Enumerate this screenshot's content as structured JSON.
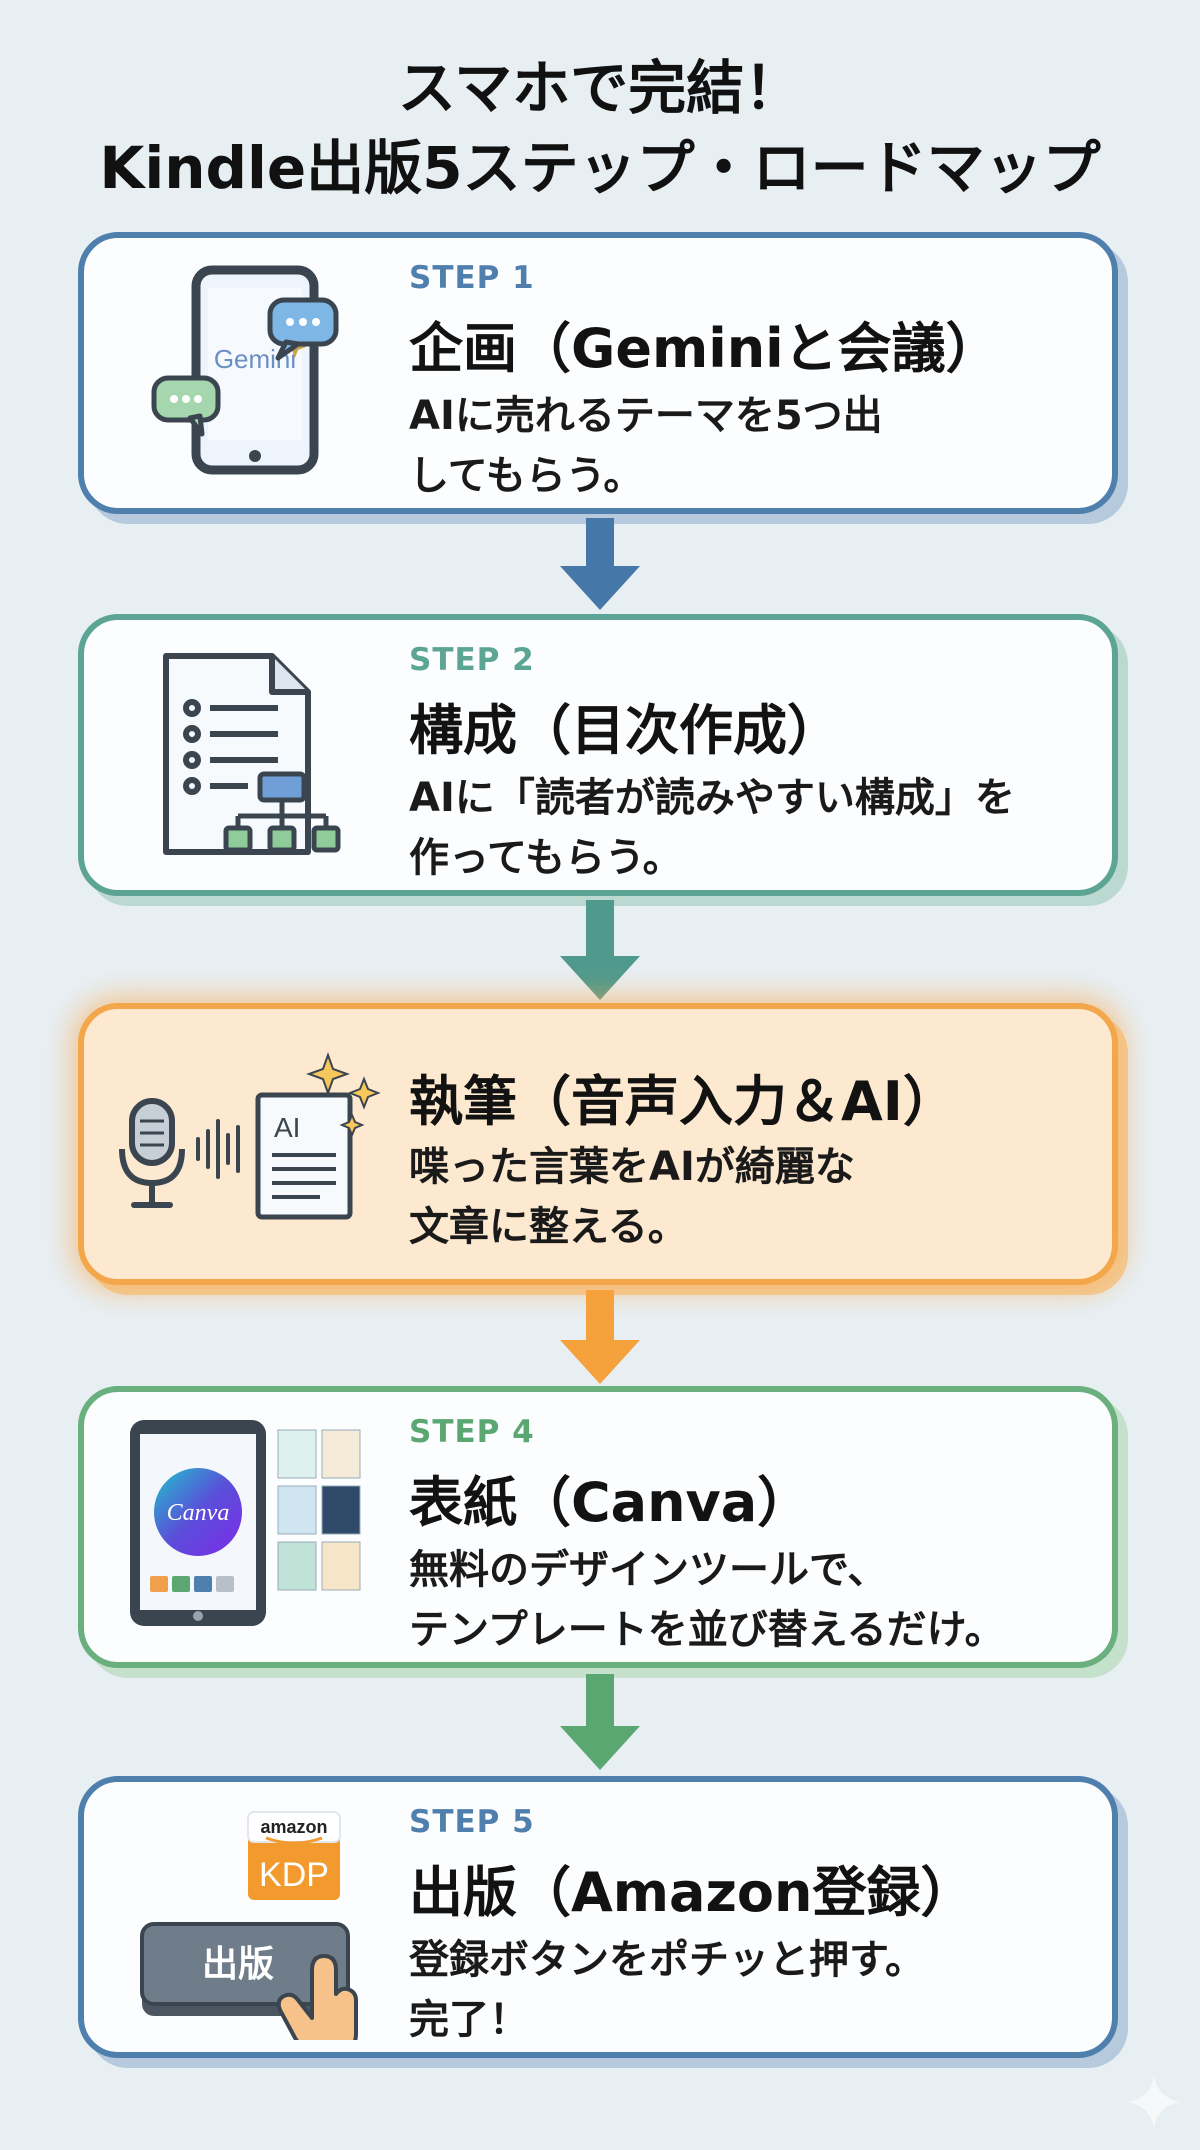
{
  "title": {
    "line1": "スマホで完結！",
    "line2": "Kindle出版5ステップ・ロードマップ"
  },
  "steps": [
    {
      "label": "STEP 1",
      "heading": "企画（Geminiと会議）",
      "desc": [
        "AIに売れるテーマを5つ出",
        "してもらう。"
      ],
      "color": "#4f7fad",
      "icon": "smartphone-chat-icon",
      "icon_text": "Gemini"
    },
    {
      "label": "STEP 2",
      "heading": "構成（目次作成）",
      "desc": [
        "AIに「読者が読みやすい構成」を",
        "作ってもらう。"
      ],
      "color": "#5ca494",
      "icon": "document-outline-icon"
    },
    {
      "label": "",
      "heading": "執筆（音声入力＆AI）",
      "desc": [
        "喋った言葉をAIが綺麗な",
        "文章に整える。"
      ],
      "color": "#f3a64a",
      "icon": "microphone-ai-document-icon",
      "icon_text": "AI"
    },
    {
      "label": "STEP 4",
      "heading": "表紙（Canva）",
      "desc": [
        "無料のデザインツールで、",
        "テンプレートを並び替えるだけ。"
      ],
      "color": "#6ab07e",
      "icon": "tablet-canva-icon",
      "icon_text": "Canva"
    },
    {
      "label": "STEP 5",
      "heading": "出版（Amazon登録）",
      "desc": [
        "登録ボタンをポチッと押す。",
        "完了！"
      ],
      "color": "#4f7fad",
      "icon": "amazon-kdp-publish-icon",
      "icon_text": [
        "amazon",
        "KDP",
        "出版"
      ]
    }
  ],
  "arrows": [
    {
      "color": "#4577a8"
    },
    {
      "color": "#4f9a8d"
    },
    {
      "color": "#f5a13c"
    },
    {
      "color": "#5aa772"
    }
  ]
}
